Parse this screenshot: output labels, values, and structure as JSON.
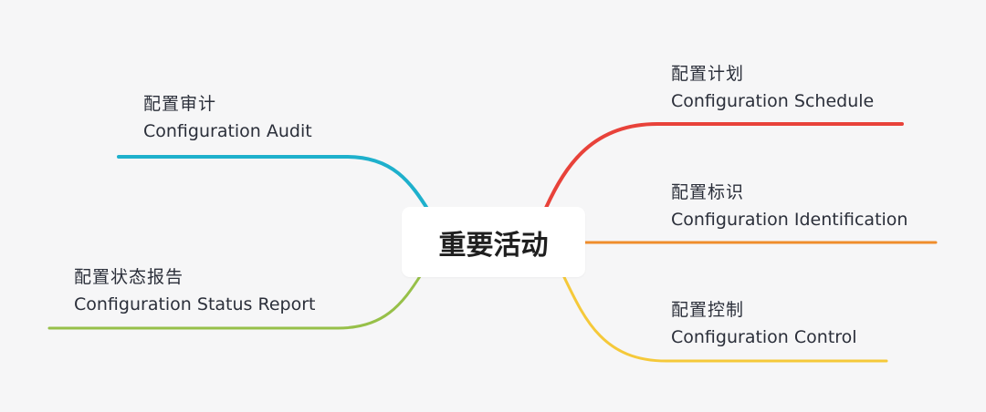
{
  "central_topic": "重要活动",
  "branches": [
    {
      "id": "audit",
      "zh": "配置审计",
      "en": "Configuration Audit",
      "color": "#1eb0cc"
    },
    {
      "id": "status-report",
      "zh": "配置状态报告",
      "en": "Configuration Status Report",
      "color": "#97c049"
    },
    {
      "id": "schedule",
      "zh": "配置计划",
      "en": "Configuration Schedule",
      "color": "#e8423a"
    },
    {
      "id": "identification",
      "zh": "配置标识",
      "en": "Configuration Identification",
      "color": "#ef8d2c"
    },
    {
      "id": "control",
      "zh": "配置控制",
      "en": "Configuration Control",
      "color": "#f5c93a"
    }
  ]
}
